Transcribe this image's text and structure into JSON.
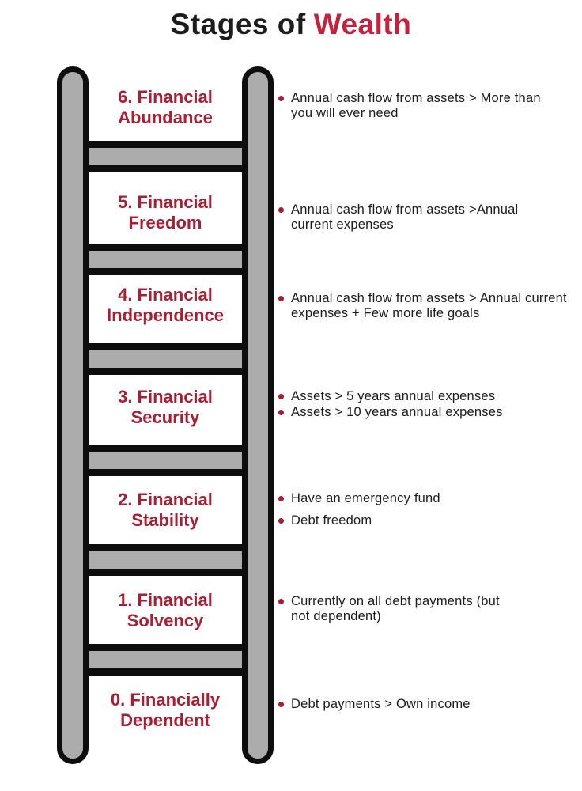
{
  "title": {
    "prefix": "Stages of",
    "highlight": "Wealth"
  },
  "colors": {
    "accent_red": "#A81E33",
    "title_red": "#C5203C",
    "ladder_gray": "#ACACAC",
    "outline_black": "#0D0D0D",
    "text_black": "#1B1B1B"
  },
  "stages": [
    {
      "lines": [
        "6. Financial",
        "Abundance"
      ],
      "bullets": [
        "Annual cash flow from assets > More than you will ever need"
      ]
    },
    {
      "lines": [
        "5. Financial",
        "Freedom"
      ],
      "bullets": [
        "Annual cash flow from assets >Annual current expenses"
      ]
    },
    {
      "lines": [
        "4. Financial",
        "Independence"
      ],
      "bullets": [
        "Annual cash flow from assets > Annual current expenses + Few more life goals"
      ]
    },
    {
      "lines": [
        "3. Financial",
        "Security"
      ],
      "bullets": [
        "Assets > 5 years annual expenses",
        "Assets > 10 years annual expenses"
      ]
    },
    {
      "lines": [
        "2. Financial",
        "Stability"
      ],
      "bullets": [
        "Have an emergency fund",
        "Debt freedom"
      ]
    },
    {
      "lines": [
        "1. Financial",
        "Solvency"
      ],
      "bullets": [
        "Currently on all debt payments (but not dependent)"
      ]
    },
    {
      "lines": [
        "0. Financially",
        "Dependent"
      ],
      "bullets": [
        "Debt payments > Own income"
      ]
    }
  ]
}
